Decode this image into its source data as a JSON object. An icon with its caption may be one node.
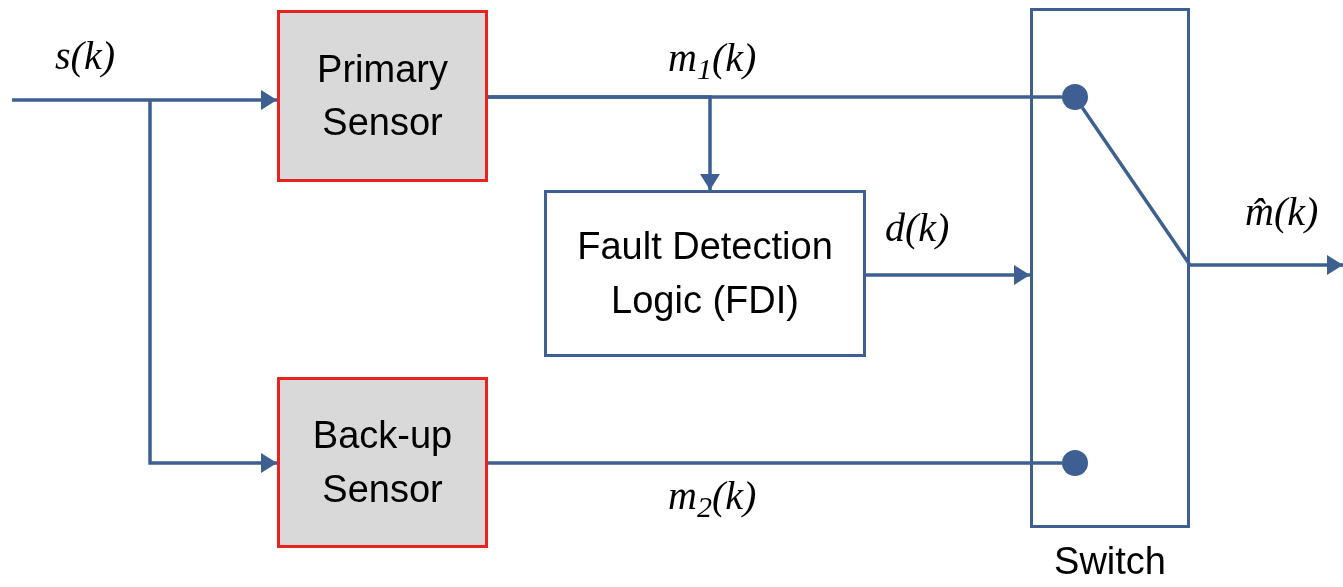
{
  "diagram": {
    "nodes": [
      {
        "text": [
          "Primary Sensor"
        ]
      },
      {
        "text": [
          "Back-up Sensor"
        ]
      },
      {
        "text": [
          "Fault Detection Logic (FDI)"
        ]
      },
      {
        "text": [],
        "shape": "box",
        "beside": [
          "Switch"
        ]
      },
      {
        "text": [],
        "shape": "circle",
        "in": 3
      },
      {
        "text": [],
        "shape": "circle",
        "in": 3
      }
    ],
    "edges": [
      {
        "from": null,
        "to": 0,
        "arrow": "to",
        "label": "s(k)"
      },
      {
        "from": null,
        "to": 1,
        "arrow": "to"
      },
      {
        "from": 0,
        "to": 4,
        "arrow": "none",
        "label": "m$_{1}$(k)"
      },
      {
        "from": 0,
        "to": 2,
        "arrow": "to"
      },
      {
        "from": 2,
        "to": 3,
        "arrow": "to",
        "label": "d(k)"
      },
      {
        "from": 1,
        "to": 5,
        "arrow": "none",
        "label": "m$_{2}$(k)"
      },
      {
        "from": 4,
        "to": null,
        "arrow": "to",
        "label": "m̂(k)"
      }
    ]
  }
}
